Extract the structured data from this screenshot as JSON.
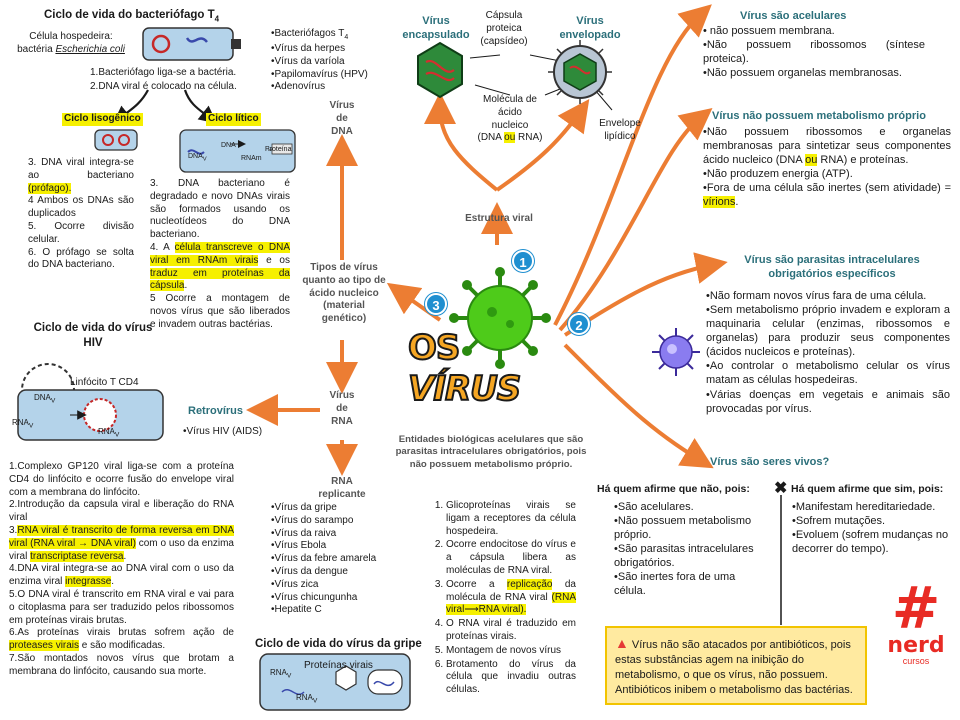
{
  "bacteriophage": {
    "title": "Ciclo de vida do bacteriófago T",
    "title_sub": "4",
    "host_l1": "Célula hospedeira:",
    "host_l2": "bactéria ",
    "host_species": "Escherichia coli",
    "step1": "1.Bacteriófago liga-se a bactéria.",
    "step2": "2.DNA viral é colocado na célula.",
    "lysogenic": "Ciclo lisogênico",
    "lytic": "Ciclo lítico",
    "lyso_3a": "3. DNA viral integra-se ao bacteriano ",
    "lyso_3b": "(prófago).",
    "lyso_4": "4 Ambos os DNAs são duplicados",
    "lyso_5": "5. Ocorre divisão celular.",
    "lyso_6": "6. O prófago se solta do DNA bacteriano.",
    "lytic_3": "3. DNA bacteriano é degradado e novo DNAs virais são formados usando os nucleotídeos do DNA bacteriano.",
    "lytic_4a": "4. A ",
    "lytic_4b": "célula transcreve o DNA viral em RNAm virais",
    "lytic_4c": " e os ",
    "lytic_4d": "traduz em proteínas da cápsula",
    "lytic_4e": ".",
    "lytic_5": "5 Ocorre a montagem de novos vírus que são liberados e invadem outras bactérias.",
    "icon_dna": "DNA",
    "icon_dna_sub": "V",
    "icon_dna2": "DNA",
    "icon_rnam": "RNAm",
    "icon_proteina": "Proteína"
  },
  "dna_viruses": {
    "list": [
      "•Bacteriófagos T",
      "•Vírus da herpes",
      "•Vírus da varíola",
      "•Papilomavírus (HPV)",
      "•Adenovírus"
    ],
    "t4_sub": "4",
    "label_l1": "Vírus",
    "label_l2": "de",
    "label_l3": "DNA"
  },
  "center": {
    "types_l1": "Tipos de vírus",
    "types_l2": "quanto ao tipo de",
    "types_l3": "ácido nucleico",
    "types_l4": "(material",
    "types_l5": "genético)",
    "logo_line1": "OS",
    "logo_line2": "VÍRUS",
    "description": "Entidades biológicas acelulares que são parasitas intracelulares obrigatórios, pois não possuem metabolismo próprio.",
    "badge1": "1",
    "badge2": "2",
    "badge3": "3"
  },
  "structure": {
    "capsid_l1": "Cápsula",
    "capsid_l2": "proteica",
    "capsid_l3": "(capsídeo)",
    "enc_l1": "Vírus",
    "enc_l2": "encapsulado",
    "env_l1": "Vírus",
    "env_l2": "envelopado",
    "mol_l1": "Molécula de",
    "mol_l2": "ácido",
    "mol_l3": "nucleico",
    "mol_l4a": "(DNA ",
    "mol_l4b": "ou",
    "mol_l4c": " RNA)",
    "envelope_l1": "Envelope",
    "envelope_l2": "lipídico",
    "label": "Estrutura viral"
  },
  "acellular": {
    "title": "Vírus são acelulares",
    "items": [
      "• não possuem membrana.",
      "•Não possuem ribossomos (síntese proteica).",
      "•Não possuem organelas membranosas."
    ]
  },
  "metabolism": {
    "title": "Vírus não possuem metabolismo próprio",
    "item1a": "•Não possuem ribossomos e organelas membranosas para sintetizar seus componentes ácido nucleico (DNA ",
    "item1b": "ou",
    "item1c": " RNA) e proteínas.",
    "item2": "•Não produzem energia (ATP).",
    "item3a": "•Fora de uma célula são inertes (sem atividade) = ",
    "item3b": "vírions",
    "item3c": "."
  },
  "parasites": {
    "title_l1": "Vírus são parasitas intracelulares",
    "title_l2": "obrigatórios específicos",
    "items": [
      "•Não formam novos vírus fara de uma célula.",
      "•Sem metabolismo próprio invadem e exploram a maquinaria celular (enzimas, ribossomos e organelas) para produzir seus componentes (ácidos nucleicos e proteínas).",
      "•Ao controlar o metabolismo celular os vírus matam as células hospedeiras.",
      "•Várias doenças em vegetais e animais são provocadas por vírus."
    ]
  },
  "living": {
    "title": "Vírus são seres vivos?",
    "no_title": "Há quem afirme que não, pois:",
    "no_items": [
      "•São acelulares.",
      "•Não possuem metabolismo próprio.",
      "•São parasitas intracelulares obrigatórios.",
      "•São inertes fora de uma célula."
    ],
    "yes_title": "Há quem afirme que sim, pois:",
    "yes_items": [
      "•Manifestam hereditariedade.",
      "•Sofrem mutações.",
      "•Evoluem (sofrem mudanças no decorrer do tempo)."
    ]
  },
  "warning": {
    "text": "Vírus não são atacados por antibióticos, pois estas  substâncias agem na inibição do metabolismo, o que os vírus, não possuem. Antibióticos inibem o metabolismo das bactérias."
  },
  "hiv": {
    "title_l1": "Ciclo de vida do vírus",
    "title_l2": "HIV",
    "lymph": "Linfócito T CD4",
    "icon_dna": "DNA",
    "icon_rna": "RNA",
    "icon_rna2": "RNA",
    "icon_sub": "V",
    "retro": "Retrovírus",
    "retro_item": "•Vírus HIV (AIDS)",
    "step1": "1.Complexo GP120 viral liga-se com a proteína CD4 do linfócito e ocorre fusão do envelope viral com a membrana do linfócito.",
    "step2": "2.Introdução da capsula viral e liberação do RNA viral",
    "step3a": "3.",
    "step3b": "RNA viral é transcrito de forma reversa em DNA viral (RNA viral → DNA viral)",
    "step3c": " com o uso da enzima viral ",
    "step3d": "transcriptase reversa",
    "step3e": ".",
    "step4a": "4.DNA viral integra-se ao DNA viral com o uso da enzima viral ",
    "step4b": "integrasse",
    "step4c": ".",
    "step5": "5.O DNA viral é transcrito em RNA viral e vai para o citoplasma para ser traduzido pelos ribossomos em proteínas virais brutas.",
    "step6a": "6.As proteínas virais brutas sofrem ação de ",
    "step6b": "proteases virais",
    "step6c": " e são modificadas.",
    "step7": "7.São montados novos vírus que brotam a membrana do linfócito, causando sua morte."
  },
  "rna_viruses": {
    "label_l1": "Vírus",
    "label_l2": "de",
    "label_l3": "RNA",
    "rep_l1": "RNA",
    "rep_l2": "replicante",
    "list": [
      "•Vírus da gripe",
      "•Vírus do sarampo",
      "•Vírus da raiva",
      "•Vírus Ebola",
      "•Vírus da febre amarela",
      "•Vírus da dengue",
      "•Vírus zica",
      "•Vírus chicungunha",
      "•Hepatite C"
    ]
  },
  "flu": {
    "title": "Ciclo de vida do vírus da gripe",
    "proteins": "Proteínas virais",
    "rna1": "RNA",
    "rna2": "RNA",
    "sub": "V",
    "step1": "Glicoproteínas virais se ligam a receptores da célula hospedeira.",
    "step2": "Ocorre endocitose do vírus e a cápsula libera as moléculas de RNA viral.",
    "step3a": "Ocorre a ",
    "step3b": "replicação",
    "step3c": " da molécula de RNA viral ",
    "step3d": "(RNA viral⟶RNA viral).",
    "step4": "O RNA viral é traduzido em proteínas virais.",
    "step5": "Montagem de novos vírus",
    "step6": "Brotamento do vírus da célula que invadiu outras células."
  },
  "brand": {
    "hash": "#",
    "name": "nerd",
    "tag": "cursos"
  },
  "colors": {
    "arrow": "#ec7d33",
    "badge": "#1f8fd0",
    "virus_green": "#4ecb1a",
    "highlight": "#f6f000",
    "warning_bg": "#ffeaa0",
    "brand_red": "#e82b24"
  }
}
